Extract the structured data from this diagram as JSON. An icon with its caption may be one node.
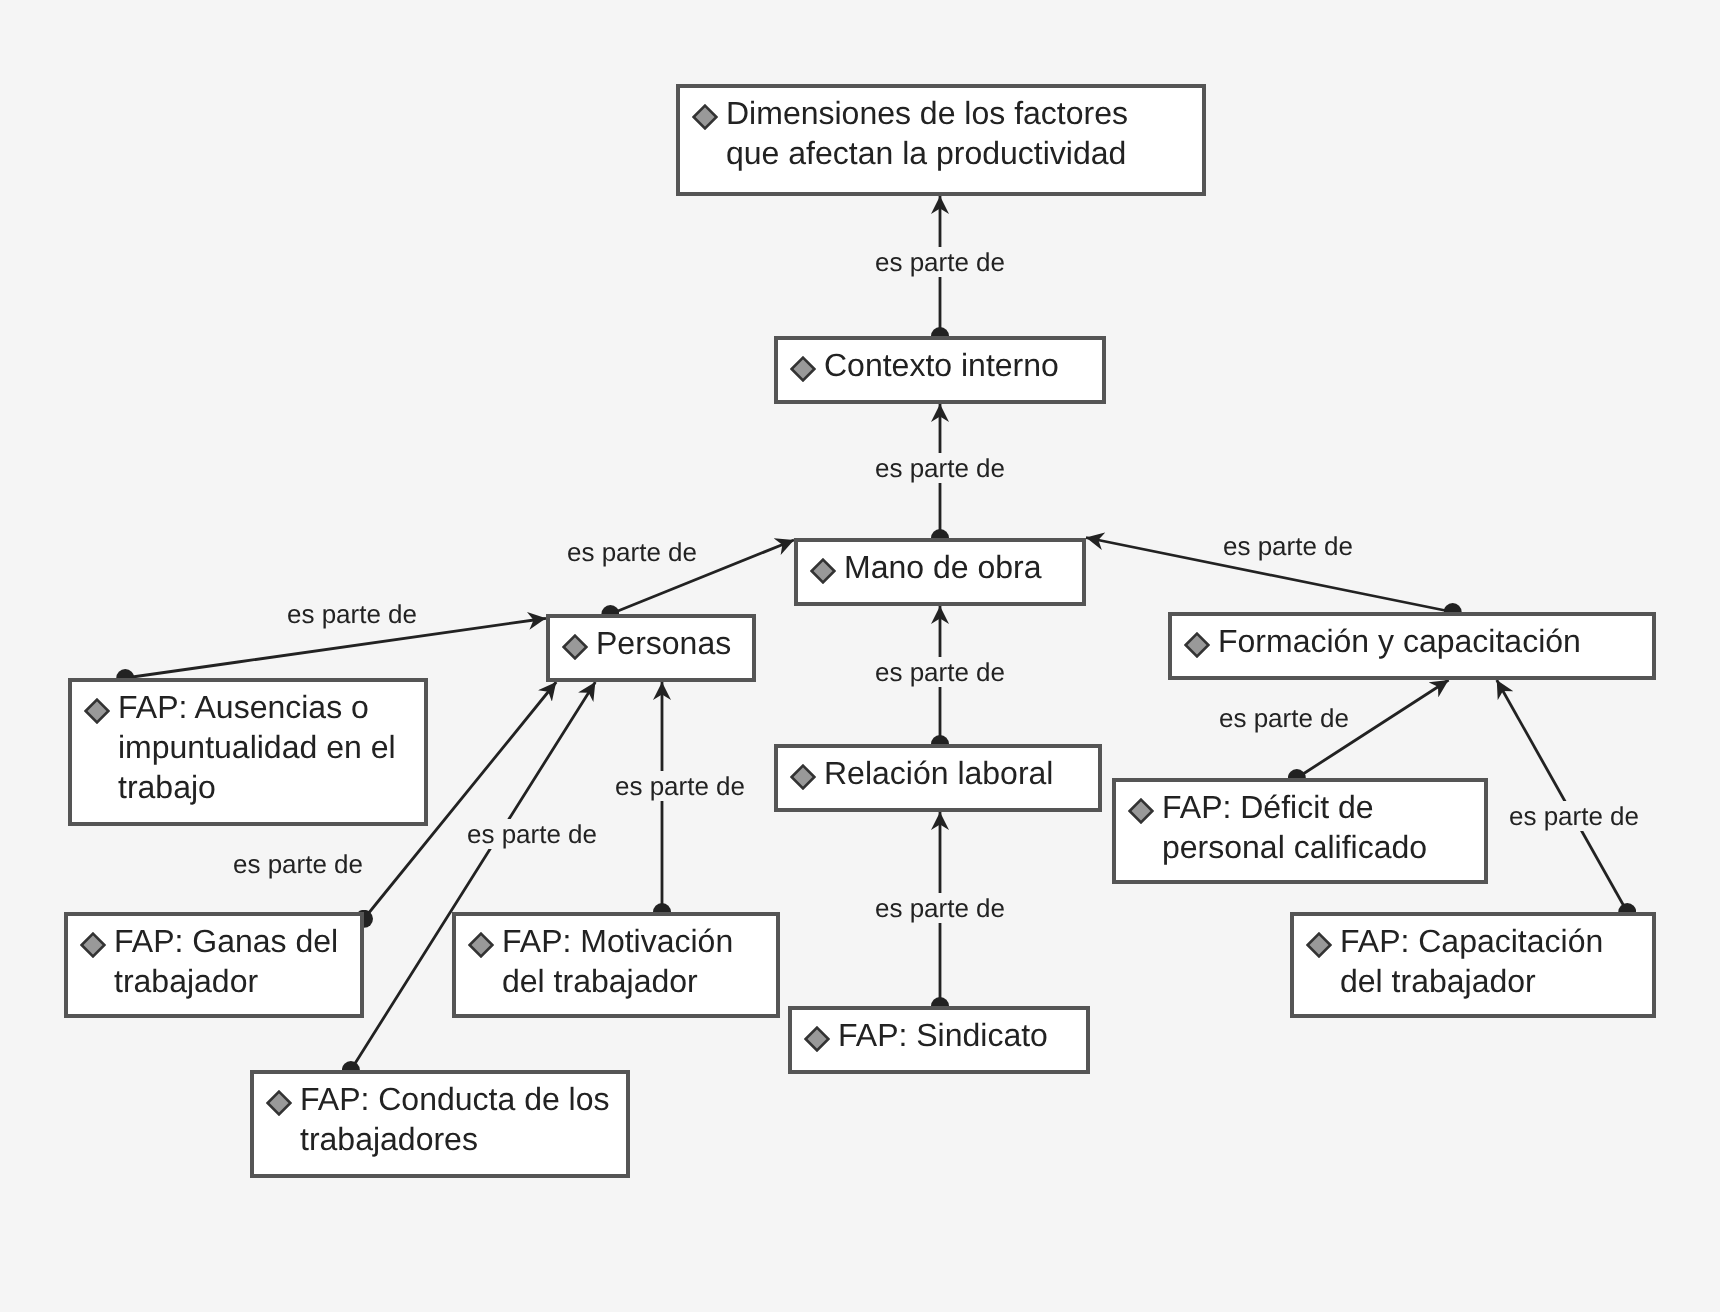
{
  "diagram": {
    "nodes": [
      {
        "text": [
          "Dimensiones de los factores que afectan la productividad"
        ]
      },
      {
        "text": [
          "Contexto interno"
        ]
      },
      {
        "text": [
          "Mano de obra"
        ]
      },
      {
        "text": [
          "Personas"
        ]
      },
      {
        "text": [
          "Formación y capacitación"
        ]
      },
      {
        "text": [
          "FAP: Ausencias o impuntualidad en el trabajo"
        ]
      },
      {
        "text": [
          "Relación laboral"
        ]
      },
      {
        "text": [
          "FAP: Déficit de personal calificado"
        ]
      },
      {
        "text": [
          "FAP: Ganas del trabajador"
        ]
      },
      {
        "text": [
          "FAP: Motivación del trabajador"
        ]
      },
      {
        "text": [
          "FAP: Capacitación del trabajador"
        ]
      },
      {
        "text": [
          "FAP: Sindicato"
        ]
      },
      {
        "text": [
          "FAP: Conducta de los trabajadores"
        ]
      }
    ],
    "edges": [
      {
        "from": 1,
        "to": 0,
        "arrow": "to",
        "label": "es parte de"
      },
      {
        "from": 2,
        "to": 1,
        "arrow": "to",
        "label": "es parte de"
      },
      {
        "from": 3,
        "to": 2,
        "arrow": "to",
        "label": "es parte de"
      },
      {
        "from": 4,
        "to": 2,
        "arrow": "to",
        "label": "es parte de"
      },
      {
        "from": 5,
        "to": 3,
        "arrow": "to",
        "label": "es parte de"
      },
      {
        "from": 6,
        "to": 2,
        "arrow": "to",
        "label": "es parte de"
      },
      {
        "from": 7,
        "to": 4,
        "arrow": "to",
        "label": "es parte de"
      },
      {
        "from": 8,
        "to": 3,
        "arrow": "to",
        "label": "es parte de"
      },
      {
        "from": 9,
        "to": 3,
        "arrow": "to",
        "label": "es parte de"
      },
      {
        "from": 10,
        "to": 4,
        "arrow": "to",
        "label": "es parte de"
      },
      {
        "from": 11,
        "to": 6,
        "arrow": "to",
        "label": "es parte de"
      },
      {
        "from": 12,
        "to": 3,
        "arrow": "to",
        "label": "es parte de"
      }
    ]
  }
}
